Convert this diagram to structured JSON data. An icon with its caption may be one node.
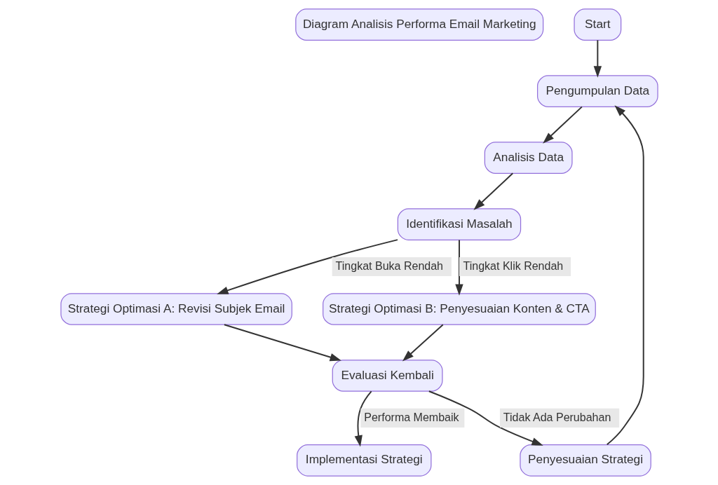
{
  "diagram": {
    "nodes": [
      {
        "text": [
          "Diagram Analisis Performa Email Marketing"
        ]
      },
      {
        "text": [
          "Start"
        ]
      },
      {
        "text": [
          "Pengumpulan Data"
        ]
      },
      {
        "text": [
          "Analisis Data"
        ]
      },
      {
        "text": [
          "Identifikasi Masalah"
        ]
      },
      {
        "text": [
          "Strategi Optimasi A: Revisi Subjek Email"
        ]
      },
      {
        "text": [
          "Strategi Optimasi B: Penyesuaian Konten & CTA"
        ]
      },
      {
        "text": [
          "Evaluasi Kembali"
        ]
      },
      {
        "text": [
          "Implementasi Strategi"
        ]
      },
      {
        "text": [
          "Penyesuaian Strategi"
        ]
      }
    ],
    "edges": [
      {
        "from": 1,
        "to": 2,
        "arrow": "to"
      },
      {
        "from": 2,
        "to": 3,
        "arrow": "to"
      },
      {
        "from": 3,
        "to": 4,
        "arrow": "to"
      },
      {
        "from": 4,
        "to": 5,
        "arrow": "to",
        "label": "Tingkat Buka Rendah"
      },
      {
        "from": 4,
        "to": 6,
        "arrow": "to",
        "label": "Tingkat Klik Rendah"
      },
      {
        "from": 5,
        "to": 7,
        "arrow": "to"
      },
      {
        "from": 6,
        "to": 7,
        "arrow": "to"
      },
      {
        "from": 7,
        "to": 8,
        "arrow": "to",
        "label": "Performa Membaik"
      },
      {
        "from": 7,
        "to": 9,
        "arrow": "to",
        "label": "Tidak Ada Perubahan"
      },
      {
        "from": 9,
        "to": 2,
        "arrow": "to"
      }
    ]
  }
}
